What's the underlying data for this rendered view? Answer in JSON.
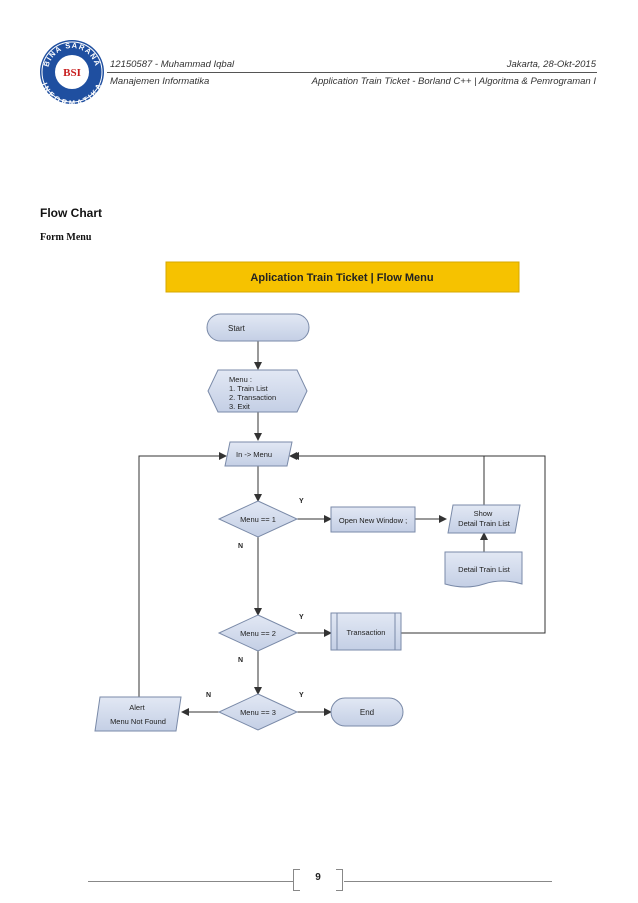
{
  "header": {
    "author": "12150587 - Muhammad Iqbal",
    "date": "Jakarta, 28-Okt-2015",
    "department": "Manajemen Informatika",
    "course": "Application Train Ticket - Borland C++ | Algoritma & Pemrograman I",
    "logo_text_top": "BINA SARANA",
    "logo_text_bottom": "INFORMATIKA",
    "logo_center": "BSI"
  },
  "section_title": "Flow Chart",
  "subsection_title": "Form Menu",
  "flowchart": {
    "banner": "Aplication Train Ticket | Flow Menu",
    "start": "Start",
    "menu_display": [
      "Menu :",
      "1. Train List",
      "2. Transaction",
      "3. Exit"
    ],
    "input": "In -> Menu",
    "decision1": "Menu == 1",
    "decision2": "Menu == 2",
    "decision3": "Menu == 3",
    "open_window": "Open New Window ;",
    "show_detail": [
      "Show",
      "Detail Train List"
    ],
    "detail_doc": "Detail Train List",
    "transaction": "Transaction",
    "alert": [
      "Alert",
      "Menu Not Found"
    ],
    "end": "End",
    "yes": "Y",
    "no": "N"
  },
  "footer": {
    "page_number": "9"
  },
  "colors": {
    "banner_fill": "#f6c200",
    "shape_fill": "#d3dcee",
    "shape_stroke": "#7a8aa8"
  }
}
